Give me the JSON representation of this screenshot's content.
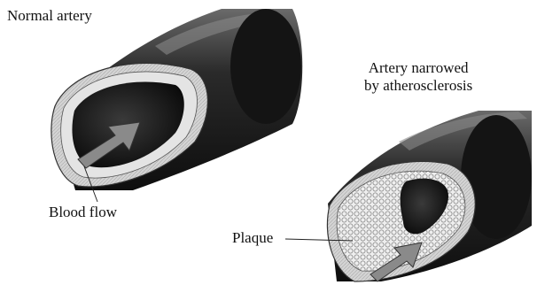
{
  "labels": {
    "normal_artery": "Normal artery",
    "narrowed_line1": "Artery narrowed",
    "narrowed_line2": "by atherosclerosis",
    "blood_flow": "Blood flow",
    "plaque": "Plaque"
  },
  "colors": {
    "outer_wall": "#1c1c1c",
    "wall_highlight": "#5a5a5a",
    "wall_layers": "#d9d9d9",
    "lumen": "#101010",
    "plaque": "#e6e6e6",
    "arrow": "#7a7a7a"
  }
}
